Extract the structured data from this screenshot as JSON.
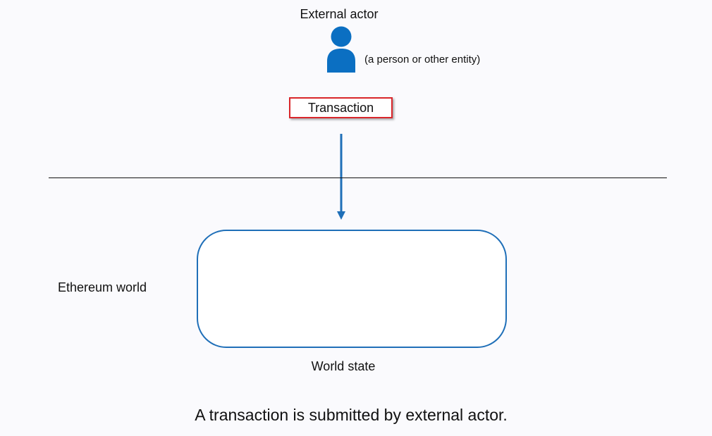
{
  "actor": {
    "title": "External actor",
    "icon": "person-icon",
    "description": "(a person or other entity)",
    "color": "#0b6fc2"
  },
  "transaction": {
    "label": "Transaction",
    "border_color": "#d9262b"
  },
  "arrow": {
    "color": "#1f6fb8"
  },
  "world": {
    "region_label": "Ethereum world",
    "state_label": "World state",
    "border_color": "#1f6fb8"
  },
  "caption": "A transaction is submitted by external actor."
}
